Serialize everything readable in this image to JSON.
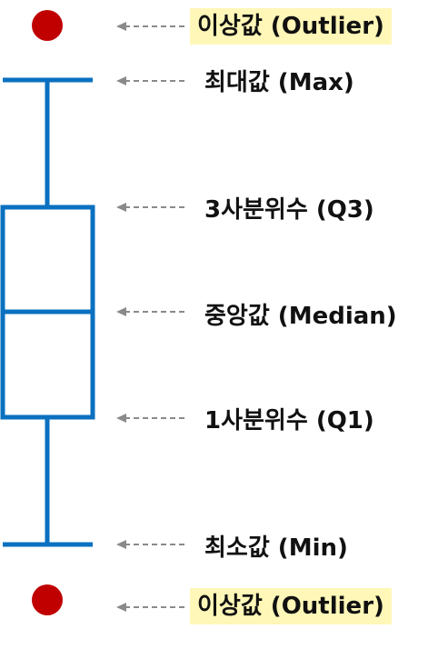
{
  "colors": {
    "box": "#0a70bf",
    "outlier": "#c00000",
    "arrow": "#8a8a8a",
    "highlight": "#fff7b8",
    "text": "#111111"
  },
  "labels": {
    "outlier_top": "이상값 (Outlier)",
    "max": "최대값 (Max)",
    "q3": "3사분위수 (Q3)",
    "median": "중앙값 (Median)",
    "q1": "1사분위수 (Q1)",
    "min": "최소값 (Min)",
    "outlier_bottom": "이상값 (Outlier)"
  }
}
